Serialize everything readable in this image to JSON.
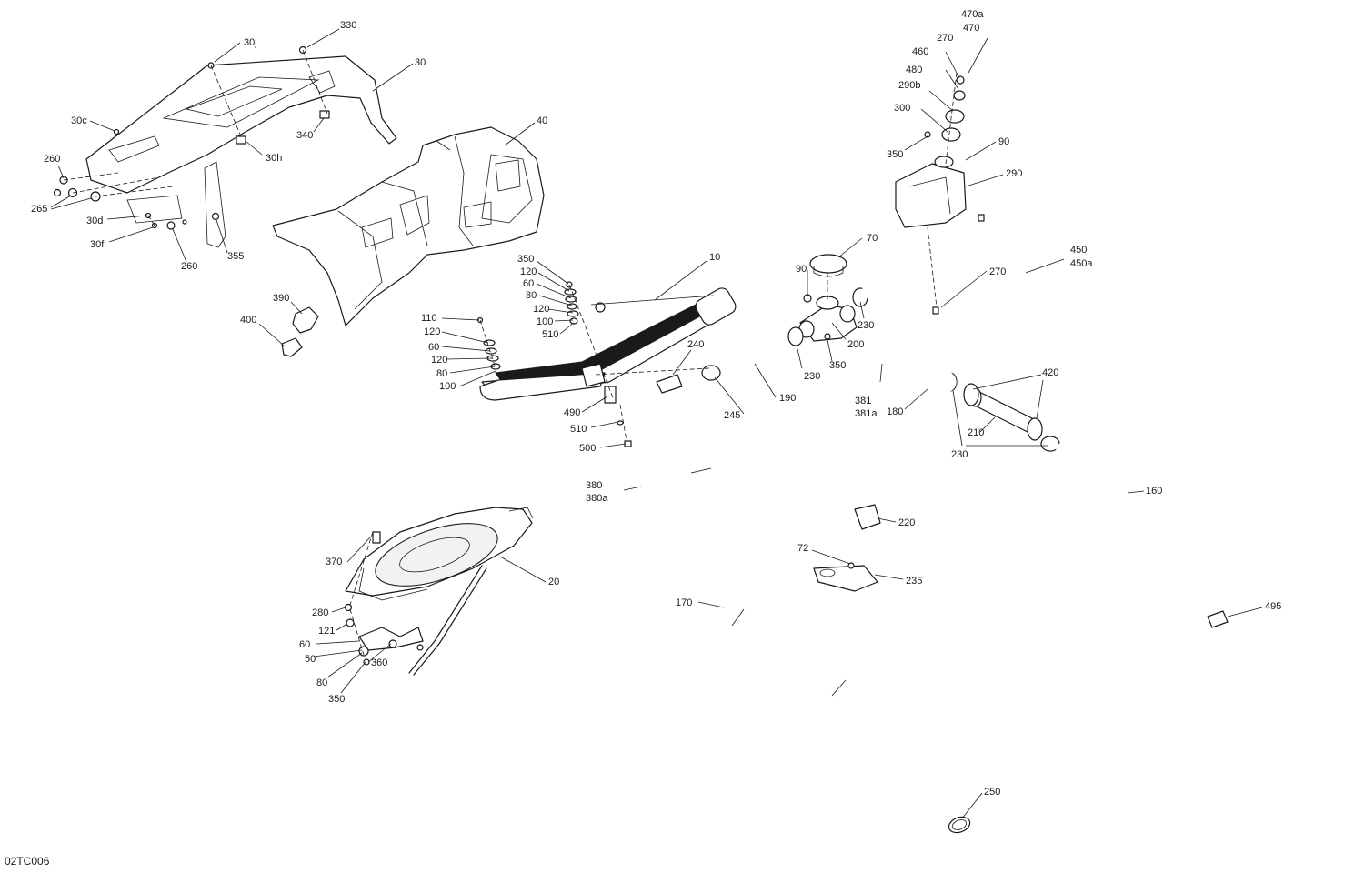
{
  "diagram_code": "02TC006",
  "callouts": [
    {
      "id": "c330",
      "text": "330"
    },
    {
      "id": "c30j",
      "text": "30j"
    },
    {
      "id": "c30",
      "text": "30"
    },
    {
      "id": "c30c",
      "text": "30c"
    },
    {
      "id": "c340",
      "text": "340"
    },
    {
      "id": "c30h",
      "text": "30h"
    },
    {
      "id": "c260a",
      "text": "260"
    },
    {
      "id": "c265",
      "text": "265"
    },
    {
      "id": "c30d",
      "text": "30d"
    },
    {
      "id": "c30f",
      "text": "30f"
    },
    {
      "id": "c260b",
      "text": "260"
    },
    {
      "id": "c355",
      "text": "355"
    },
    {
      "id": "c40",
      "text": "40"
    },
    {
      "id": "c390",
      "text": "390"
    },
    {
      "id": "c400",
      "text": "400"
    },
    {
      "id": "c350a",
      "text": "350"
    },
    {
      "id": "c120a",
      "text": "120"
    },
    {
      "id": "c60a",
      "text": "60"
    },
    {
      "id": "c80a",
      "text": "80"
    },
    {
      "id": "c120b",
      "text": "120"
    },
    {
      "id": "c100a",
      "text": "100"
    },
    {
      "id": "c510a",
      "text": "510"
    },
    {
      "id": "c10",
      "text": "10"
    },
    {
      "id": "c110",
      "text": "110"
    },
    {
      "id": "c120c",
      "text": "120"
    },
    {
      "id": "c60b",
      "text": "60"
    },
    {
      "id": "c120d",
      "text": "120"
    },
    {
      "id": "c80b",
      "text": "80"
    },
    {
      "id": "c100b",
      "text": "100"
    },
    {
      "id": "c490",
      "text": "490"
    },
    {
      "id": "c510b",
      "text": "510"
    },
    {
      "id": "c500",
      "text": "500"
    },
    {
      "id": "c240",
      "text": "240"
    },
    {
      "id": "c245",
      "text": "245"
    },
    {
      "id": "c190",
      "text": "190"
    },
    {
      "id": "c380",
      "text": "380"
    },
    {
      "id": "c380a",
      "text": "380a"
    },
    {
      "id": "c370",
      "text": "370"
    },
    {
      "id": "c20",
      "text": "20"
    },
    {
      "id": "c280",
      "text": "280"
    },
    {
      "id": "c121",
      "text": "121"
    },
    {
      "id": "c60c",
      "text": "60"
    },
    {
      "id": "c50",
      "text": "50"
    },
    {
      "id": "c360",
      "text": "360"
    },
    {
      "id": "c80c",
      "text": "80"
    },
    {
      "id": "c350b",
      "text": "350"
    },
    {
      "id": "c170",
      "text": "170"
    },
    {
      "id": "c250",
      "text": "250"
    },
    {
      "id": "c470a",
      "text": "470a"
    },
    {
      "id": "c470",
      "text": "470"
    },
    {
      "id": "c270a",
      "text": "270"
    },
    {
      "id": "c460",
      "text": "460"
    },
    {
      "id": "c480",
      "text": "480"
    },
    {
      "id": "c290b",
      "text": "290b"
    },
    {
      "id": "c300",
      "text": "300"
    },
    {
      "id": "c350c",
      "text": "350"
    },
    {
      "id": "c90a",
      "text": "90"
    },
    {
      "id": "c290",
      "text": "290"
    },
    {
      "id": "c70",
      "text": "70"
    },
    {
      "id": "c90b",
      "text": "90"
    },
    {
      "id": "c450",
      "text": "450"
    },
    {
      "id": "c450a",
      "text": "450a"
    },
    {
      "id": "c270b",
      "text": "270"
    },
    {
      "id": "c230a",
      "text": "230"
    },
    {
      "id": "c200",
      "text": "200"
    },
    {
      "id": "c230b",
      "text": "230"
    },
    {
      "id": "c350d",
      "text": "350"
    },
    {
      "id": "c381",
      "text": "381"
    },
    {
      "id": "c381a",
      "text": "381a"
    },
    {
      "id": "c180",
      "text": "180"
    },
    {
      "id": "c420",
      "text": "420"
    },
    {
      "id": "c210",
      "text": "210"
    },
    {
      "id": "c230c",
      "text": "230"
    },
    {
      "id": "c160",
      "text": "160"
    },
    {
      "id": "c220",
      "text": "220"
    },
    {
      "id": "c72",
      "text": "72"
    },
    {
      "id": "c235",
      "text": "235"
    },
    {
      "id": "c495",
      "text": "495"
    }
  ]
}
